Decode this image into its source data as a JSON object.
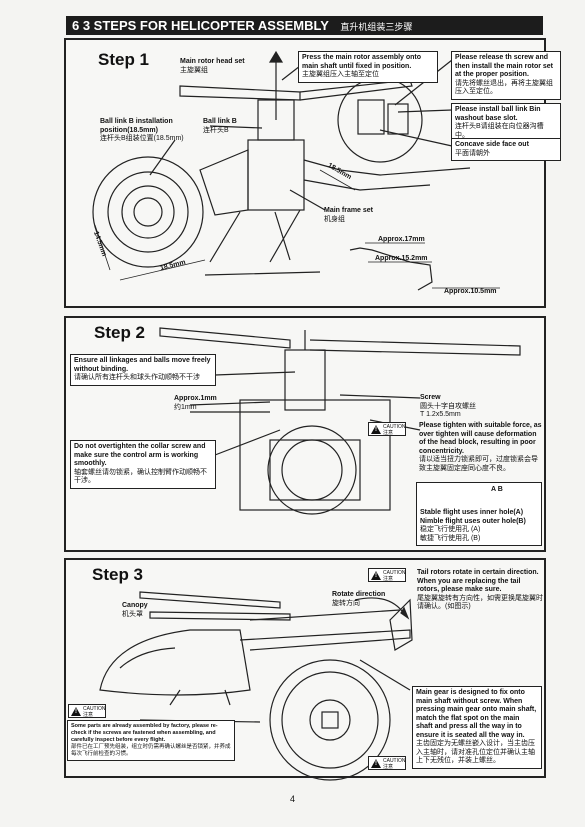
{
  "header": {
    "title": "6 3 STEPS FOR HELICOPTER ASSEMBLY",
    "title_cn": "直升机组装三步骤"
  },
  "step1": {
    "title": "Step 1",
    "main_rotor_head": "Main rotor head set",
    "main_rotor_head_cn": "主旋翼组",
    "press": "Press the main rotor assembly onto main shaft until fixed in position.",
    "press_cn": "主旋翼组压入主轴至定位",
    "release": "Please release th screw and then install the main rotor set at the proper position.",
    "release_cn": "请先将螺丝退出，再将主旋翼组压入至定位。",
    "ball_link_bin": "Please install ball link Bin washout base slot.",
    "ball_link_bin_cn": "连杆头B请组装在向位器沟槽中。",
    "concave": "Concave side face out",
    "concave_cn": "平面请朝外",
    "ball_link_b_pos": "Ball link B installation position(18.5mm)",
    "ball_link_b_pos_cn": "连杆头B组装位置(18.5mm)",
    "ball_link_b": "Ball link B",
    "ball_link_b_cn": "连杆头B",
    "main_frame": "Main frame set",
    "main_frame_cn": "机身组",
    "dim_185a": "18.5mm",
    "dim_145": "14.5mm",
    "dim_185b": "18.5mm",
    "approx17": "Approx.17mm",
    "approx152": "Approx.15.2mm",
    "approx105": "Approx.10.5mm"
  },
  "step2": {
    "title": "Step 2",
    "linkages": "Ensure all linkages and balls move freely without binding.",
    "linkages_cn": "请确认所有连杆头和球头作动顺畅不干涉",
    "approx1": "Approx.1mm",
    "approx1_cn": "约1mm",
    "overtighten": "Do not overtighten the collar screw and make sure the control arm is working smoothly.",
    "overtighten_cn": "轴套螺丝请勿锁紧，确认控制臂作动顺畅不干涉。",
    "screw": "Screw",
    "screw_cn": "圆头十字自攻螺丝",
    "screw_spec": "T 1.2x5.5mm",
    "caution_en": "CAUTION",
    "caution_cn": "注意",
    "tighten": "Please tighten with suitable force, as over tighten will cause deformation of the head block, resulting in poor concentricity.",
    "tighten_cn": "请以适当扭力锁紧即可，过度锁紧会导致主旋翼固定座同心度不良。",
    "ab": "A B",
    "stable": "Stable flight uses inner hole(A)",
    "nimble": "Nimble flight uses outer hole(B)",
    "stable_cn": "稳定飞行使用孔 (A)",
    "nimble_cn": "敏捷飞行使用孔 (B)"
  },
  "step3": {
    "title": "Step 3",
    "canopy": "Canopy",
    "canopy_cn": "机头罩",
    "rotate_dir": "Rotate direction",
    "rotate_dir_cn": "旋转方向",
    "tail": "Tail rotors rotate in certain direction. When you are replacing the tail rotors, please make sure.",
    "tail_cn": "尾旋翼旋转有方向性，如需更换尾旋翼时请确认。(如图示)",
    "parts": "Some parts are already assembled by factory, please re-check if the screws are fastened when assembling, and carefully inspect before every flight.",
    "parts_cn": "部件已在工厂预先组装，组立时仍需再确认螺丝是否锁紧，并养成每次飞行前检查的习惯。",
    "main_gear": "Main gear is designed to fix onto main shaft without screw. When pressing main gear onto main shaft, match the flat spot on the main shaft and press all the way in to ensure it is seated all the way in.",
    "main_gear_cn": "主齿固定为无螺丝嵌入设计，当主齿压入主轴时，请对准孔位定位并确认主轴上下无残位，并装上螺丝。",
    "caution_en": "CAUTION",
    "caution_cn": "注意"
  },
  "page_number": "4"
}
